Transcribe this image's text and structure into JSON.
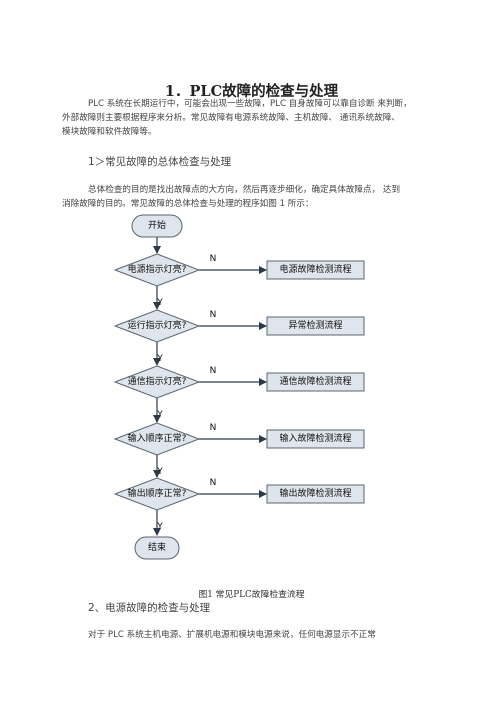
{
  "heading": {
    "number": "1．",
    "title": "PLC故障的检查与处理"
  },
  "intro": [
    "PLC 系统在长期运行中，可能会出现一些故障，PLC 自身故障可以靠自诊断 来判断，",
    "外部故障则主要根据程序来分析。常见故障有电源系统故障、主机故障、 通讯系统故障、",
    "模块故障和软件故障等。"
  ],
  "section1": {
    "title": "1＞常见故障的总体检查与处理",
    "lines": [
      "总体检查的目的是找出故障点的大方向，然后再逐步细化，确定具体故障点， 达到",
      "消除故障的目的。常见故障的总体检查与处理的程序如图 1 所示："
    ]
  },
  "flowchart": {
    "start": "开始",
    "end": "结束",
    "yes_label": "Y",
    "no_label": "N",
    "steps": [
      {
        "question": "电源指示灯亮?",
        "action": "电源故障检测流程"
      },
      {
        "question": "运行指示灯亮?",
        "action": "异常检测流程"
      },
      {
        "question": "通信指示灯亮?",
        "action": "通信故障检测流程"
      },
      {
        "question": "输入顺序正常?",
        "action": "输入故障检测流程"
      },
      {
        "question": "输出顺序正常?",
        "action": "输出故障检测流程"
      }
    ]
  },
  "figure_caption": "图1 常见PLC故障检查流程",
  "section2": {
    "title": "2、电源故障的检查与处理",
    "line": "对于 PLC 系统主机电源、扩展机电源和模块电源来说，任何电源显示不正常"
  },
  "colors": {
    "shape_fill": "#dfe5ec",
    "shape_stroke": "#5a6470",
    "arrow": "#2c3a4a"
  }
}
